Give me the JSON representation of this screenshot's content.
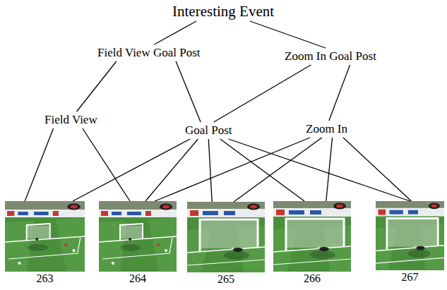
{
  "diagram": {
    "nodes": [
      {
        "text": [
          "Interesting Event"
        ]
      },
      {
        "text": [
          "Field View Goal Post"
        ]
      },
      {
        "text": [
          "Zoom In Goal Post"
        ]
      },
      {
        "text": [
          "Field View"
        ]
      },
      {
        "text": [
          "Goal Post"
        ]
      },
      {
        "text": [
          "Zoom In"
        ]
      },
      {
        "text": [
          "263"
        ]
      },
      {
        "text": [
          "264"
        ]
      },
      {
        "text": [
          "265"
        ]
      },
      {
        "text": [
          "266"
        ]
      },
      {
        "text": [
          "267"
        ]
      }
    ],
    "edges": [
      {
        "from": 0,
        "to": 1,
        "arrow": "none"
      },
      {
        "from": 0,
        "to": 2,
        "arrow": "none"
      },
      {
        "from": 1,
        "to": 3,
        "arrow": "none"
      },
      {
        "from": 1,
        "to": 4,
        "arrow": "none"
      },
      {
        "from": 2,
        "to": 4,
        "arrow": "none"
      },
      {
        "from": 2,
        "to": 5,
        "arrow": "none"
      },
      {
        "from": 3,
        "to": 6,
        "arrow": "none"
      },
      {
        "from": 3,
        "to": 7,
        "arrow": "none"
      },
      {
        "from": 4,
        "to": 6,
        "arrow": "none"
      },
      {
        "from": 4,
        "to": 7,
        "arrow": "none"
      },
      {
        "from": 4,
        "to": 8,
        "arrow": "none"
      },
      {
        "from": 4,
        "to": 9,
        "arrow": "none"
      },
      {
        "from": 4,
        "to": 10,
        "arrow": "none"
      },
      {
        "from": 5,
        "to": 7,
        "arrow": "none"
      },
      {
        "from": 5,
        "to": 8,
        "arrow": "none"
      },
      {
        "from": 5,
        "to": 9,
        "arrow": "none"
      },
      {
        "from": 5,
        "to": 10,
        "arrow": "none"
      }
    ]
  }
}
